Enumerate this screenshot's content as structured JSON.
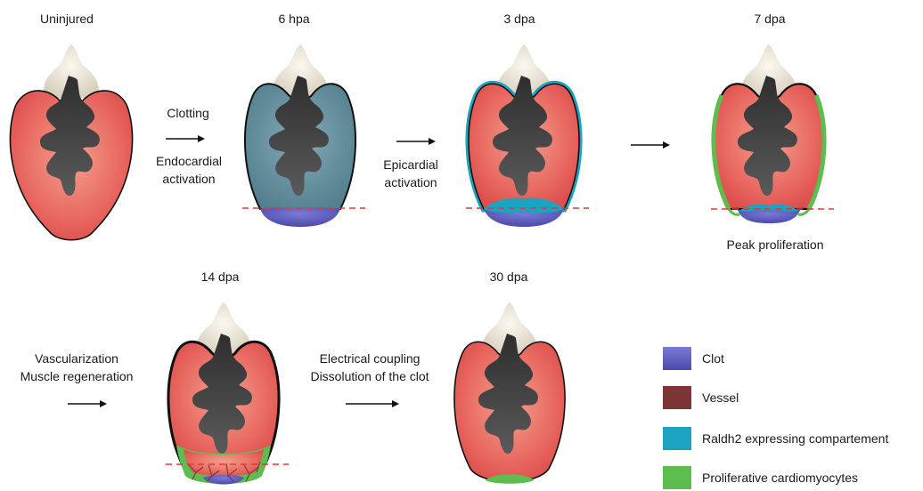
{
  "stages": [
    {
      "title": "Uninjured",
      "overlay": "none"
    },
    {
      "title": "6 hpa",
      "overlay": "clot"
    },
    {
      "title": "3 dpa",
      "overlay": "epicardial"
    },
    {
      "title": "7 dpa",
      "overlay": "proliferation",
      "caption": "Peak proliferation"
    },
    {
      "title": "14 dpa",
      "overlay": "vascularization"
    },
    {
      "title": "30 dpa",
      "overlay": "regenerated"
    }
  ],
  "transitions": [
    {
      "line1": "Clotting",
      "line2": "Endocardial",
      "line3": "activation"
    },
    {
      "line1": "Epicardial",
      "line2": "activation"
    },
    {},
    {
      "line1": "Vascularization",
      "line2": "Muscle regeneration"
    },
    {
      "line1": "Electrical coupling",
      "line2": "Dissolution of the clot"
    }
  ],
  "legend": [
    {
      "label": "Clot",
      "color": "#5b5bbd"
    },
    {
      "label": "Vessel",
      "color": "#7d3535"
    },
    {
      "label": "Raldh2 expressing compartement",
      "color": "#1ba3c1"
    },
    {
      "label": "Proliferative cardiomyocytes",
      "color": "#5ebd4f"
    }
  ],
  "colors": {
    "myocardium": "#e8675f",
    "clot_tissue": "#5f8a9a",
    "bulbus": "#ede6d6",
    "lumen": "#4a4a4a",
    "amputation_line": "#e03b2e"
  }
}
